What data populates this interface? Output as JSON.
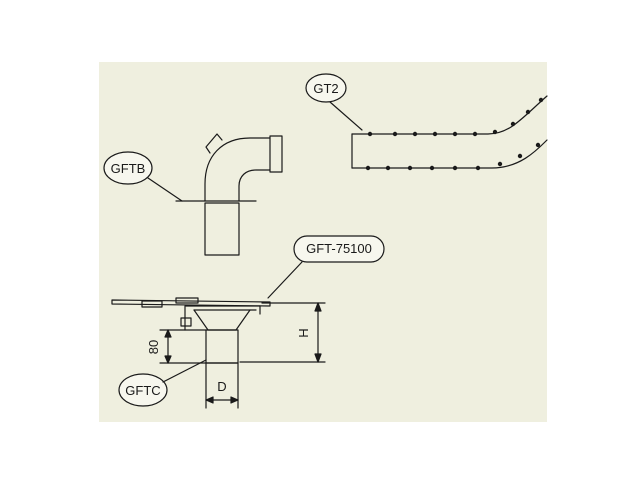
{
  "callouts": {
    "gt2": "GT2",
    "gftb": "GFTB",
    "gft75100": "GFT-75100",
    "gftc": "GFTC"
  },
  "dimensions": {
    "height": "H",
    "length_80": "80",
    "diameter": "D"
  },
  "colors": {
    "background": "#ffffff",
    "panel": "#efefdf",
    "line": "#1a1a1a",
    "callout_fill": "#f7f7ee"
  }
}
